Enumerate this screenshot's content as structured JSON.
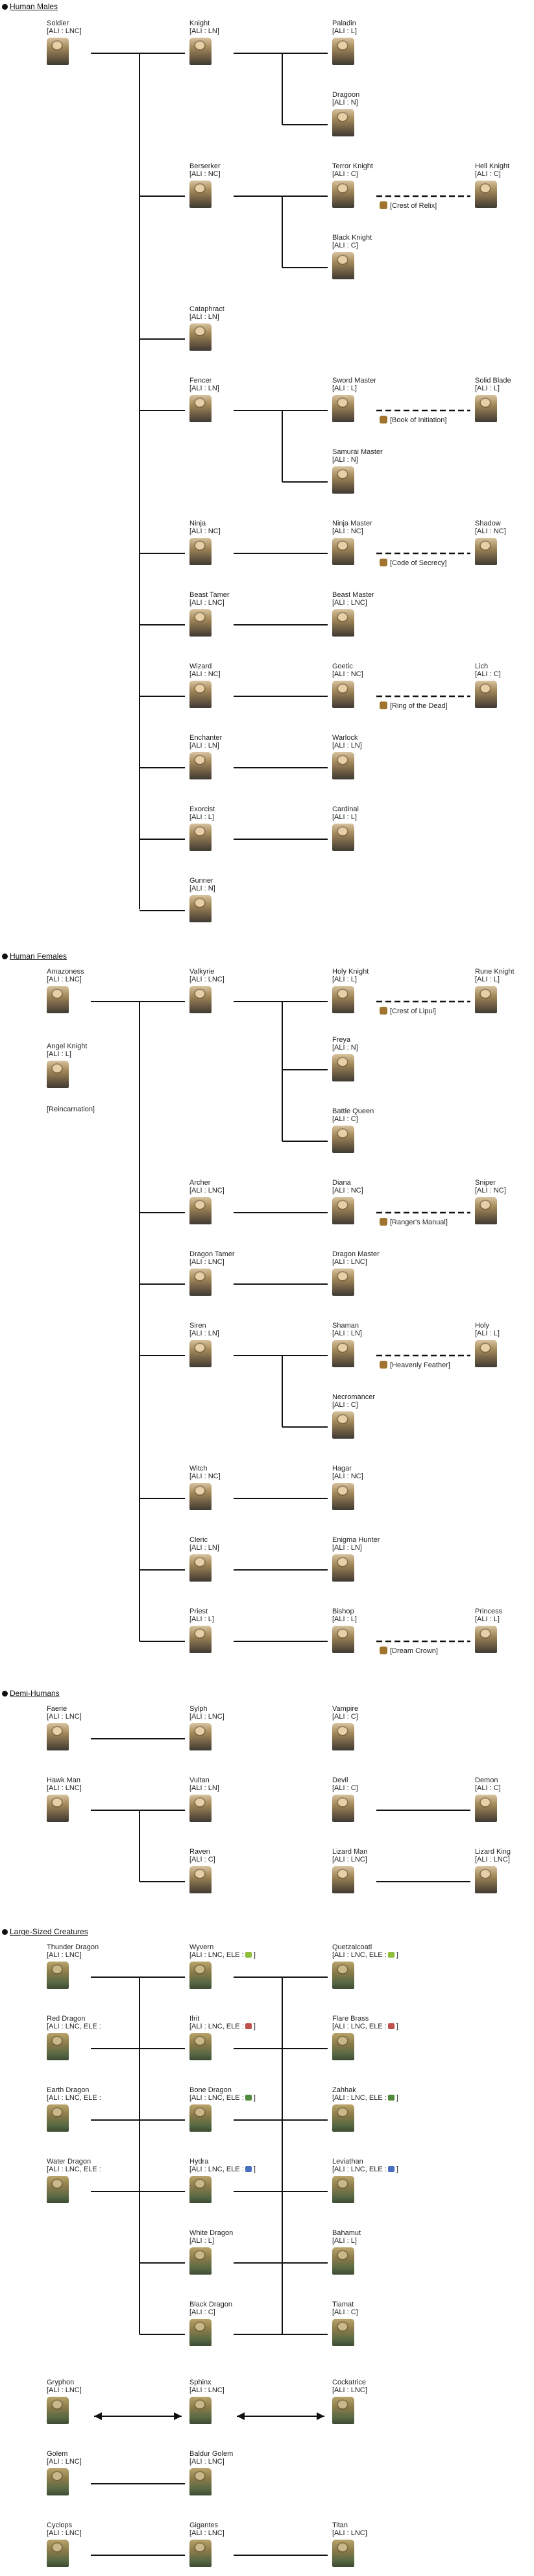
{
  "sections": [
    {
      "id": "human-males",
      "title": "Human Males"
    },
    {
      "id": "human-females",
      "title": "Human Females"
    },
    {
      "id": "demi-humans",
      "title": "Demi-Humans"
    },
    {
      "id": "large-sized",
      "title": "Large-Sized Creatures"
    }
  ],
  "units": {
    "soldier": {
      "name": "Soldier",
      "align": "[ALI : LNC]"
    },
    "knight": {
      "name": "Knight",
      "align": "[ALI : LN]"
    },
    "paladin": {
      "name": "Paladin",
      "align": "[ALI : L]"
    },
    "dragoon": {
      "name": "Dragoon",
      "align": "[ALI : N]"
    },
    "berserker": {
      "name": "Berserker",
      "align": "[ALI : NC]"
    },
    "terror_knight": {
      "name": "Terror Knight",
      "align": "[ALI : C]"
    },
    "hell_knight": {
      "name": "Hell Knight",
      "align": "[ALI : C]"
    },
    "black_knight": {
      "name": "Black Knight",
      "align": "[ALI : C]"
    },
    "cataphract": {
      "name": "Cataphract",
      "align": "[ALI : LN]"
    },
    "fencer": {
      "name": "Fencer",
      "align": "[ALI : LN]"
    },
    "sword_master": {
      "name": "Sword Master",
      "align": "[ALI : L]"
    },
    "solid_blade": {
      "name": "Solid Blade",
      "align": "[ALI : L]"
    },
    "samurai_master": {
      "name": "Samurai Master",
      "align": "[ALI : N]"
    },
    "ninja": {
      "name": "Ninja",
      "align": "[ALI : NC]"
    },
    "ninja_master": {
      "name": "Ninja Master",
      "align": "[ALI : NC]"
    },
    "shadow": {
      "name": "Shadow",
      "align": "[ALI : NC]"
    },
    "beast_tamer": {
      "name": "Beast Tamer",
      "align": "[ALI : LNC]"
    },
    "beast_master": {
      "name": "Beast Master",
      "align": "[ALI : LNC]"
    },
    "wizard": {
      "name": "Wizard",
      "align": "[ALI : NC]"
    },
    "goetic": {
      "name": "Goetic",
      "align": "[ALI : NC]"
    },
    "lich": {
      "name": "Lich",
      "align": "[ALI : C]"
    },
    "enchanter": {
      "name": "Enchanter",
      "align": "[ALI : LN]"
    },
    "warlock": {
      "name": "Warlock",
      "align": "[ALI : LN]"
    },
    "exorcist": {
      "name": "Exorcist",
      "align": "[ALI : L]"
    },
    "cardinal": {
      "name": "Cardinal",
      "align": "[ALI : L]"
    },
    "gunner": {
      "name": "Gunner",
      "align": "[ALI : N]"
    },
    "amazoness": {
      "name": "Amazoness",
      "align": "[ALI : LNC]"
    },
    "valkyrie": {
      "name": "Valkyrie",
      "align": "[ALI : LNC]"
    },
    "holy_knight": {
      "name": "Holy Knight",
      "align": "[ALI : L]"
    },
    "rune_knight": {
      "name": "Rune Knight",
      "align": "[ALI : L]"
    },
    "freya": {
      "name": "Freya",
      "align": "[ALI : N]"
    },
    "battle_queen": {
      "name": "Battle Queen",
      "align": "[ALI : C]"
    },
    "angel_knight": {
      "name": "Angel Knight",
      "align": "[ALI : L]"
    },
    "archer": {
      "name": "Archer",
      "align": "[ALI : LNC]"
    },
    "diana": {
      "name": "Diana",
      "align": "[ALI : NC]"
    },
    "sniper": {
      "name": "Sniper",
      "align": "[ALI : NC]"
    },
    "dragon_tamer": {
      "name": "Dragon Tamer",
      "align": "[ALI : LNC]"
    },
    "dragon_master": {
      "name": "Dragon Master",
      "align": "[ALI : LNC]"
    },
    "siren": {
      "name": "Siren",
      "align": "[ALI : LN]"
    },
    "shaman": {
      "name": "Shaman",
      "align": "[ALI : LN]"
    },
    "holy": {
      "name": "Holy",
      "align": "[ALI : L]"
    },
    "necromancer": {
      "name": "Necromancer",
      "align": "[ALI : C]"
    },
    "witch": {
      "name": "Witch",
      "align": "[ALI : NC]"
    },
    "hagar": {
      "name": "Hagar",
      "align": "[ALI : NC]"
    },
    "cleric": {
      "name": "Cleric",
      "align": "[ALI : LN]"
    },
    "enigma_hunter": {
      "name": "Enigma Hunter",
      "align": "[ALI : LN]"
    },
    "priest": {
      "name": "Priest",
      "align": "[ALI : L]"
    },
    "bishop": {
      "name": "Bishop",
      "align": "[ALI : L]"
    },
    "princess": {
      "name": "Princess",
      "align": "[ALI : L]"
    },
    "faerie": {
      "name": "Faerie",
      "align": "[ALI : LNC]"
    },
    "sylph": {
      "name": "Sylph",
      "align": "[ALI : LNC]"
    },
    "vampire": {
      "name": "Vampire",
      "align": "[ALI : C]"
    },
    "hawk_man": {
      "name": "Hawk Man",
      "align": "[ALI : LNC]"
    },
    "vultan": {
      "name": "Vultan",
      "align": "[ALI : LN]"
    },
    "devil": {
      "name": "Devil",
      "align": "[ALI : C]"
    },
    "demon": {
      "name": "Demon",
      "align": "[ALI : C]"
    },
    "raven": {
      "name": "Raven",
      "align": "[ALI : C]"
    },
    "lizard_man": {
      "name": "Lizard Man",
      "align": "[ALI : LNC]"
    },
    "lizard_king": {
      "name": "Lizard King",
      "align": "[ALI : LNC]"
    },
    "thunder_dragon": {
      "name": "Thunder Dragon",
      "align": "[ALI : LNC]"
    },
    "wyvern": {
      "name": "Wyvern",
      "align": "[ALI : LNC, ELE :"
    },
    "quetzalcoatl": {
      "name": "Quetzalcoatl",
      "align": "[ALI : LNC, ELE :"
    },
    "red_dragon": {
      "name": "Red Dragon",
      "align": "[ALI : LNC, ELE :"
    },
    "ifrit": {
      "name": "Ifrit",
      "align": "[ALI : LNC, ELE :"
    },
    "flare_brass": {
      "name": "Flare Brass",
      "align": "[ALI : LNC, ELE :"
    },
    "earth_dragon": {
      "name": "Earth Dragon",
      "align": "[ALI : LNC, ELE :"
    },
    "bone_dragon": {
      "name": "Bone Dragon",
      "align": "[ALI : LNC, ELE :"
    },
    "zahhak": {
      "name": "Zahhak",
      "align": "[ALI : LNC, ELE :"
    },
    "water_dragon": {
      "name": "Water Dragon",
      "align": "[ALI : LNC, ELE :"
    },
    "hydra": {
      "name": "Hydra",
      "align": "[ALI : LNC, ELE :"
    },
    "leviathan": {
      "name": "Leviathan",
      "align": "[ALI : LNC, ELE :"
    },
    "white_dragon": {
      "name": "White Dragon",
      "align": "[ALI : L]"
    },
    "bahamut": {
      "name": "Bahamut",
      "align": "[ALI : L]"
    },
    "black_dragon": {
      "name": "Black Dragon",
      "align": "[ALI : C]"
    },
    "tiamat": {
      "name": "Tiamat",
      "align": "[ALI : C]"
    },
    "gryphon": {
      "name": "Gryphon",
      "align": "[ALI : LNC]"
    },
    "sphinx": {
      "name": "Sphinx",
      "align": "[ALI : LNC]"
    },
    "cockatrice": {
      "name": "Cockatrice",
      "align": "[ALI : LNC]"
    },
    "golem": {
      "name": "Golem",
      "align": "[ALI : LNC]"
    },
    "baldur_golem": {
      "name": "Baldur Golem",
      "align": "[ALI : LNC]"
    },
    "cyclops": {
      "name": "Cyclops",
      "align": "[ALI : LNC]"
    },
    "gigantes": {
      "name": "Gigantes",
      "align": "[ALI : LNC]"
    },
    "titan": {
      "name": "Titan",
      "align": "[ALI : LNC]"
    }
  },
  "items": {
    "crest_of_relix": "[Crest of Relix]",
    "book_of_initiation": "[Book of Initiation]",
    "code_of_secrecy": "[Code of Secrecy]",
    "ring_of_the_dead": "[Ring of the Dead]",
    "crest_of_lipul": "[Crest of Lipul]",
    "rangers_manual": "[Ranger's Manual]",
    "heavenly_feather": "[Heavenly Feather]",
    "dream_crown": "[Dream Crown]",
    "reincarnation": "[Reincarnation]"
  },
  "colors": {
    "line": "#111111",
    "wind": "#8fbf3a",
    "fire": "#c0504d",
    "earth": "#4e8a3a",
    "water": "#4a6fc0",
    "item": "#a0742e"
  },
  "element_icons": {
    "wind": "wind-element-icon",
    "fire": "fire-element-icon",
    "earth": "earth-element-icon",
    "water": "water-element-icon"
  }
}
